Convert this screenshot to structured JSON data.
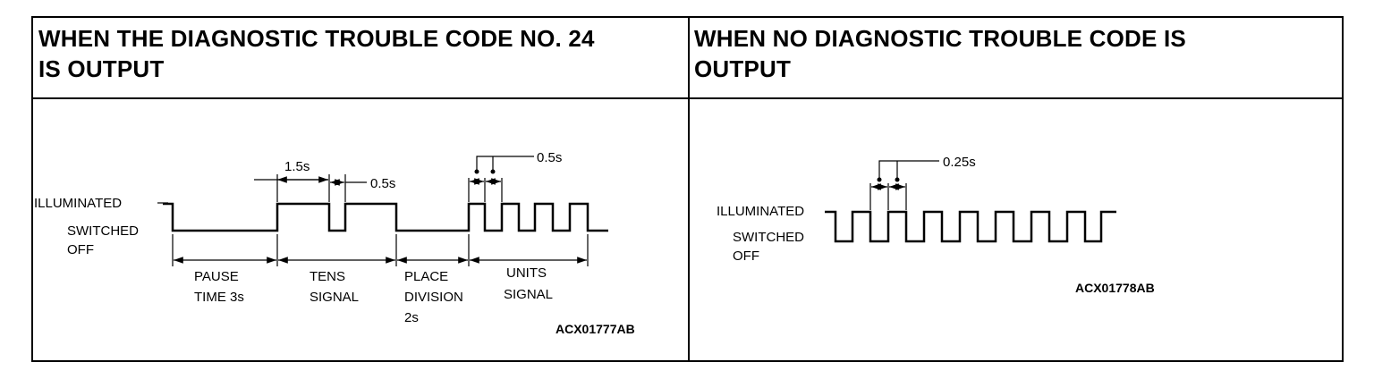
{
  "headers": {
    "left": [
      "WHEN THE DIAGNOSTIC TROUBLE CODE NO. 24",
      "IS OUTPUT"
    ],
    "right": [
      "WHEN NO DIAGNOSTIC TROUBLE CODE IS",
      "OUTPUT"
    ]
  },
  "left_diagram": {
    "illuminated_label": "ILLUMINATED",
    "switched_off_label": [
      "SWITCHED",
      "OFF"
    ],
    "timing_1_5s": "1.5s",
    "timing_0_5s_tens": "0.5s",
    "timing_0_5s_units": "0.5s",
    "segments": {
      "pause": [
        "PAUSE",
        "TIME 3s"
      ],
      "tens": [
        "TENS",
        "SIGNAL"
      ],
      "place": [
        "PLACE",
        "DIVISION",
        "2s"
      ],
      "units": [
        "UNITS",
        "SIGNAL"
      ]
    },
    "code": "ACX01777AB"
  },
  "right_diagram": {
    "illuminated_label": "ILLUMINATED",
    "switched_off_label": [
      "SWITCHED",
      "OFF"
    ],
    "timing": "0.25s",
    "code": "ACX01778AB"
  }
}
